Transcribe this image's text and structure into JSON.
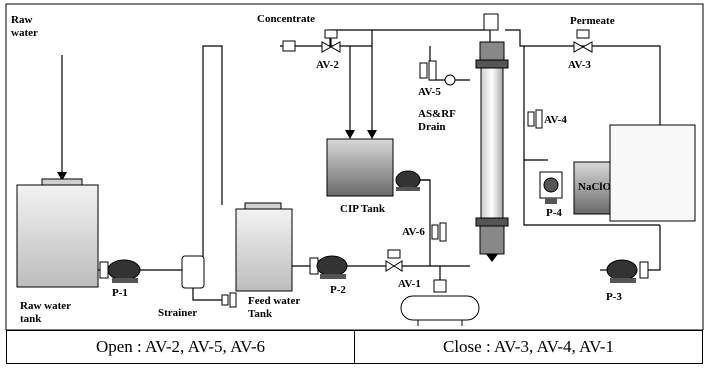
{
  "labels": {
    "raw_water": "Raw\nwater",
    "concentrate": "Concentrate",
    "permeate": "Permeate",
    "av2": "AV-2",
    "av3": "AV-3",
    "av4": "AV-4",
    "av5": "AV-5",
    "av6": "AV-6",
    "av1": "AV-1",
    "as_rf_drain": "AS&RF\nDrain",
    "cip_tank": "CIP Tank",
    "nacl": "NaClO",
    "p1": "P-1",
    "p2": "P-2",
    "p3": "P-3",
    "p4": "P-4",
    "strainer": "Strainer",
    "feed_water_tank": "Feed water\nTank",
    "raw_water_tank": "Raw water\ntank"
  },
  "footer": {
    "open": "Open : AV-2, AV-5, AV-6",
    "close": "Close : AV-3, AV-4, AV-1"
  }
}
